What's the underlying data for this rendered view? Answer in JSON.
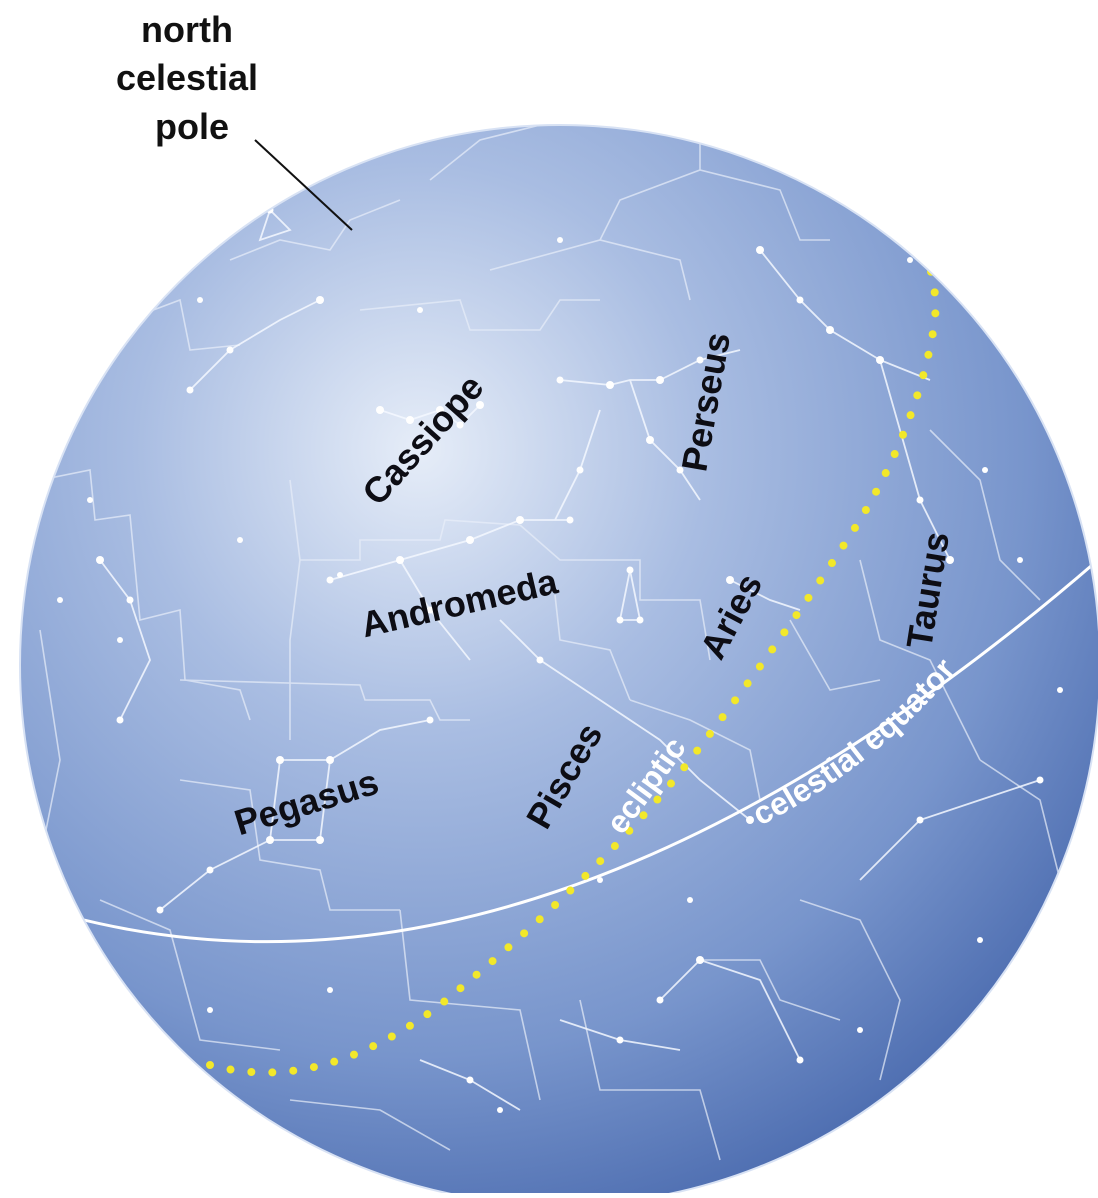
{
  "pole_label": {
    "lines": [
      "north",
      "celestial",
      "pole"
    ]
  },
  "constellations": [
    {
      "id": "cassiope",
      "name": "Cassiope"
    },
    {
      "id": "andromeda",
      "name": "Andromeda"
    },
    {
      "id": "perseus",
      "name": "Perseus"
    },
    {
      "id": "aries",
      "name": "Aries"
    },
    {
      "id": "taurus",
      "name": "Taurus"
    },
    {
      "id": "pisces",
      "name": "Pisces"
    },
    {
      "id": "pegasus",
      "name": "Pegasus"
    }
  ],
  "circles": {
    "ecliptic": "ecliptic",
    "celestial_equator": "celestial equator"
  },
  "colors": {
    "sphere_light": "#e6edf8",
    "sphere_mid": "#8ea6d4",
    "sphere_dark": "#4d6db0",
    "ecliptic_dots": "#f2e82a",
    "lines": "#e8eef9"
  }
}
